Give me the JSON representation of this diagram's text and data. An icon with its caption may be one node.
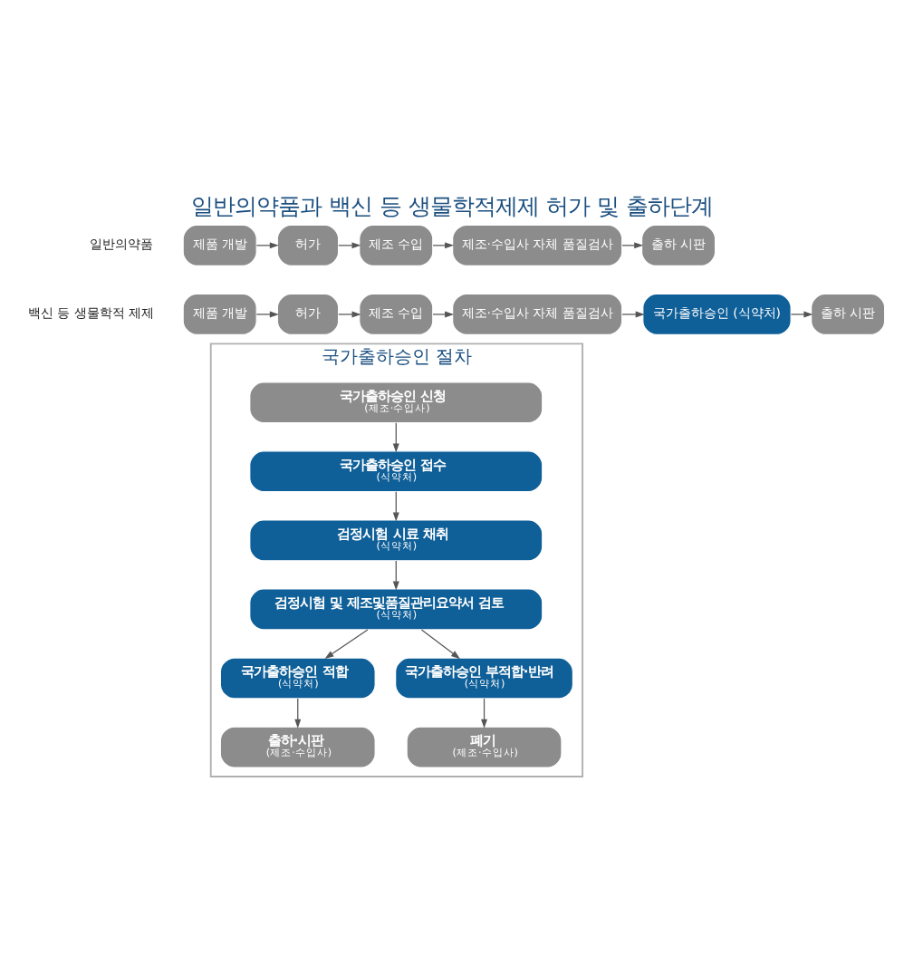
{
  "diagram": {
    "title": "일반의약품과 백신 등 생물학적제제 허가 및 출하단계",
    "nodes": [
      {
        "text": [
          "제품 개발"
        ]
      },
      {
        "text": [
          "허가"
        ]
      },
      {
        "text": [
          "제조 수입"
        ]
      },
      {
        "text": [
          "제조·수입사 자체 품질검사"
        ]
      },
      {
        "text": [
          "출하 시판"
        ]
      },
      {
        "text": [
          "제품 개발"
        ]
      },
      {
        "text": [
          "허가"
        ]
      },
      {
        "text": [
          "제조 수입"
        ]
      },
      {
        "text": [
          "제조·수입사 자체 품질검사"
        ]
      },
      {
        "text": [
          "국가출하승인 (식약처)"
        ]
      },
      {
        "text": [
          "출하 시판"
        ]
      },
      {
        "text": [
          "국가출하승인 절차"
        ]
      },
      {
        "text": [
          "국가출하승인 신청",
          "(제조·수입사)"
        ],
        "in": 11
      },
      {
        "text": [
          "국가출하승인 접수",
          "(식약처)"
        ],
        "in": 11
      },
      {
        "text": [
          "검정시험 시료 채취",
          "(식약처)"
        ],
        "in": 11
      },
      {
        "text": [
          "검정시험 및 제조및품질관리요약서 검토",
          "(식약처)"
        ],
        "in": 11
      },
      {
        "text": [
          "국가출하승인 적합",
          "(식약처)"
        ],
        "in": 11
      },
      {
        "text": [
          "국가출하승인 부적합·반려",
          "(식약처)"
        ],
        "in": 11
      },
      {
        "text": [
          "출하·시판",
          "(제조·수입사)"
        ],
        "in": 11
      },
      {
        "text": [
          "폐기",
          "(제조·수입사)"
        ],
        "in": 11
      }
    ],
    "edges": [
      {
        "from": 0,
        "to": 1,
        "arrow": "to"
      },
      {
        "from": 1,
        "to": 2,
        "arrow": "to"
      },
      {
        "from": 2,
        "to": 3,
        "arrow": "to"
      },
      {
        "from": 3,
        "to": 4,
        "arrow": "to"
      },
      {
        "from": 5,
        "to": 6,
        "arrow": "to"
      },
      {
        "from": 6,
        "to": 7,
        "arrow": "to"
      },
      {
        "from": 7,
        "to": 8,
        "arrow": "to"
      },
      {
        "from": 8,
        "to": 9,
        "arrow": "to"
      },
      {
        "from": 9,
        "to": 10,
        "arrow": "to"
      },
      {
        "from": 12,
        "to": 13,
        "arrow": "to"
      },
      {
        "from": 13,
        "to": 14,
        "arrow": "to"
      },
      {
        "from": 14,
        "to": 15,
        "arrow": "to"
      },
      {
        "from": 15,
        "to": 16,
        "arrow": "to"
      },
      {
        "from": 15,
        "to": 17,
        "arrow": "to"
      },
      {
        "from": 16,
        "to": 18,
        "arrow": "to"
      },
      {
        "from": 17,
        "to": 19,
        "arrow": "to"
      }
    ],
    "labels": [
      "일반의약품",
      "백신 등 생물학적 제제"
    ]
  }
}
